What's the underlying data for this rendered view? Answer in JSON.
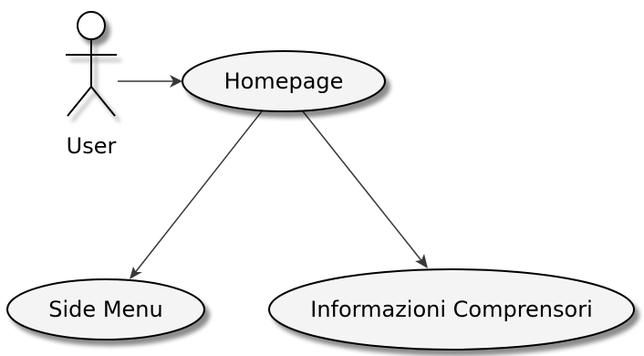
{
  "diagram": {
    "actor": {
      "label": "User"
    },
    "use_cases": {
      "homepage": "Homepage",
      "side_menu": "Side Menu",
      "informazioni": "Informazioni Comprensori"
    },
    "colors": {
      "use_case_fill": "#F4F4F4",
      "actor_fill": "#FFFFFF",
      "stroke": "#000000",
      "arrow": "#383838",
      "shadow": "#B8B8B8"
    }
  }
}
